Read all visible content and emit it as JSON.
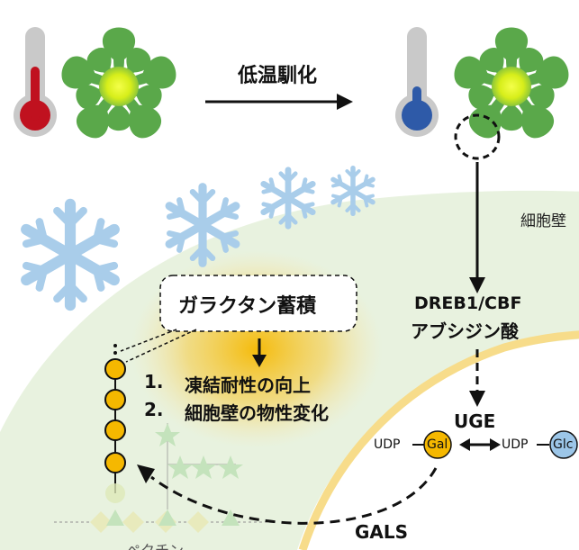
{
  "arrow_label": "低温馴化",
  "cell_wall_label": "細胞壁",
  "callout": "ガラクタン蓄積",
  "effects": [
    {
      "num": "1.",
      "text": "凍結耐性の向上"
    },
    {
      "num": "2.",
      "text": "細胞壁の物性変化"
    }
  ],
  "signal": {
    "line1": "DREB1/CBF",
    "line2": "アブシジン酸"
  },
  "enzyme_uge": "UGE",
  "enzyme_gals": "GALS",
  "udp": "UDP",
  "gal": "Gal",
  "glc": "Glc",
  "pectin_label": "ペクチン",
  "colors": {
    "plant": "#5aa84a",
    "plant_center": "#e8f000",
    "thermo_warm": "#c0111f",
    "thermo_cold": "#2e5aa8",
    "snowflake": "#a9cdea",
    "cell_region": "#e3f0da",
    "membrane": "#f7dc8a",
    "glow": "#f5b800",
    "gal_bead": "#f5b800",
    "glc_bead": "#9cc6e8"
  }
}
